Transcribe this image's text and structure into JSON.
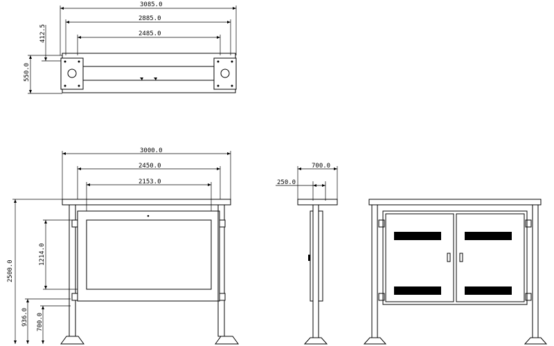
{
  "plan_view": {
    "dim_overall": "3085.0",
    "dim_middle": "2885.0",
    "dim_inner": "2485.0",
    "dim_depth_offset": "412.5",
    "dim_depth": "550.0"
  },
  "front_view": {
    "dim_width": "3000.0",
    "dim_posts": "2450.0",
    "dim_panel": "2153.0",
    "dim_height": "2500.0",
    "dim_panel_height": "1214.0",
    "dim_lower": "936.0",
    "dim_base": "700.0"
  },
  "side_view": {
    "dim_depth": "700.0",
    "dim_offset": "250.0"
  },
  "back_view": {
    "door_count": 2
  },
  "colors": {
    "line": "#000000",
    "background": "#ffffff"
  }
}
